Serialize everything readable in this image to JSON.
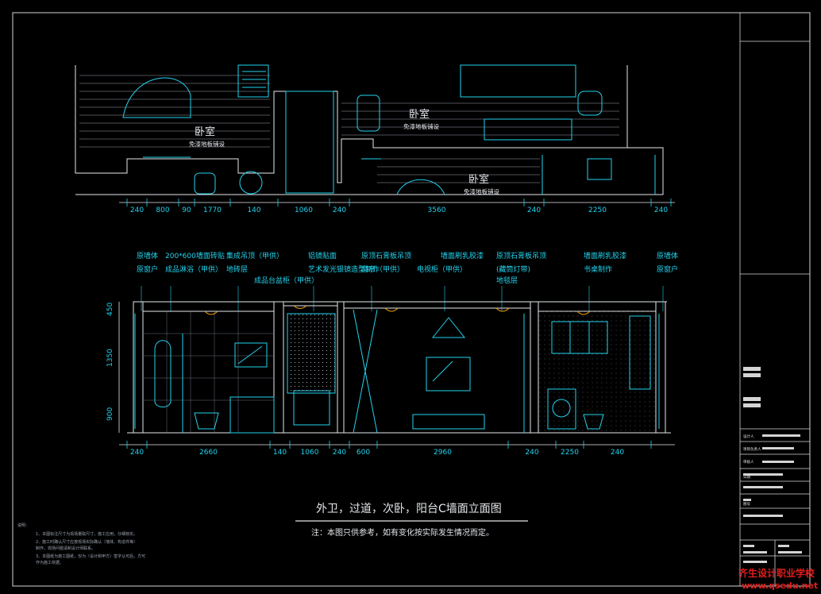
{
  "plan": {
    "room_label_1": "卧室",
    "room_label_1_sub": "免漆地板铺设",
    "room_label_2": "卧室",
    "room_label_2_sub": "免漆地板铺设",
    "room_label_3": "卧室",
    "room_label_3_sub": "免漆地板铺设",
    "dimensions": [
      "240",
      "800",
      "90",
      "1770",
      "140",
      "1060",
      "240",
      "3560",
      "240",
      "2250",
      "240"
    ]
  },
  "elevation": {
    "annotations_row1": [
      "原墙体",
      "200*600墙面砖贴",
      "集成吊顶（甲供）",
      "铝镜贴面",
      "原顶石膏板吊顶",
      "墙面刷乳胶漆",
      "原顶石膏板吊顶",
      "墙面刷乳胶漆",
      "原墙体"
    ],
    "annotations_row2": [
      "原窗户",
      "成品淋浴（甲供）",
      "地砖层",
      "艺术发光银镜造型制作",
      "窗帘（甲供）",
      "电视柜（甲供）",
      "(藏筒灯带)",
      "书桌制作",
      "原窗户"
    ],
    "annotations_row3": [
      "成品台盆柜（甲供）",
      "地毯层"
    ],
    "vertical_dims": [
      "450",
      "1350",
      "900"
    ],
    "dimensions": [
      "240",
      "2660",
      "140",
      "1060",
      "240",
      "600",
      "2960",
      "240",
      "2250",
      "240"
    ]
  },
  "drawing_title": "外卫，过道，次卧，阳台C墙面立面图",
  "drawing_note": "注：本图只供参考，如有变化按实际发生情况而定。",
  "notes_title": "说明：",
  "notes": [
    "1、本图标注尺寸为现场量取尺寸，施工应用，仔细核实。",
    "2、施工时确认尺寸应按现场实际确认（墙体、构造件等）",
    "   制作，现场问题请和设计师联系。",
    "3、本图纸为施工图纸，仅为（设计和甲方）签字认可后，方可",
    "   作为施工依据。"
  ],
  "title_block": {
    "labels": [
      "设计人",
      "项目负责人",
      "审核人",
      "日期",
      "图号"
    ]
  },
  "watermark": {
    "line1": "齐生设计职业学校",
    "line2": "www.qsedu.net"
  },
  "colors": {
    "background": "#000000",
    "cyan": "#22d3ee",
    "white": "#e5e7eb",
    "watermark": "#e11d1d"
  }
}
